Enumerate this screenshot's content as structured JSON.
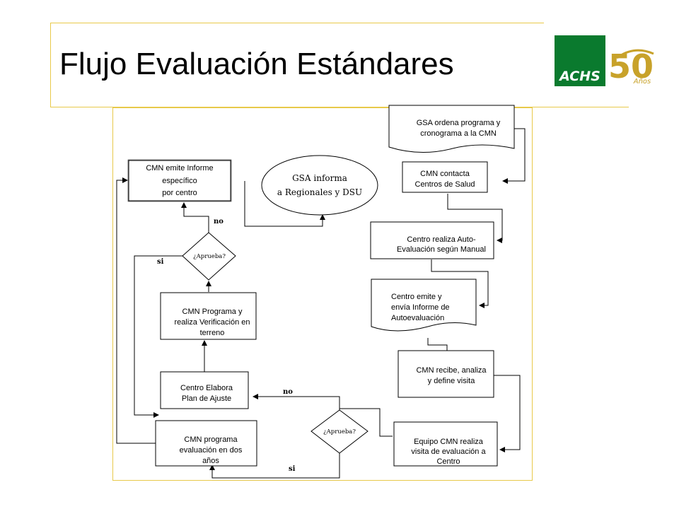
{
  "title": "Flujo Evaluación Estándares",
  "logo": {
    "brand": "ACHS",
    "number": "50",
    "years": "Años",
    "brand_color": "#0a7a2e",
    "gold_color": "#c8a22a"
  },
  "nodes": {
    "gsa_ordena": [
      "GSA ordena programa y",
      "cronograma a la CMN"
    ],
    "cmn_contacta": [
      "CMN contacta",
      "Centros de Salud"
    ],
    "centro_auto": [
      "Centro realiza Auto-",
      "Evaluación según Manual"
    ],
    "centro_emite": [
      "Centro emite y",
      "envía Informe de",
      "Autoevaluación"
    ],
    "cmn_recibe": [
      "CMN recibe, analiza",
      "y define visita"
    ],
    "equipo_cmn": [
      "Equipo CMN realiza",
      "visita de evaluación a",
      "Centro"
    ],
    "aprueba_bottom": "¿Aprueba?",
    "centro_elabora": [
      "Centro Elabora",
      "Plan de Ajuste"
    ],
    "cmn_programa_eval": [
      "CMN  programa",
      "evaluación en dos",
      "años"
    ],
    "cmn_programa_verif": [
      "CMN Programa y",
      "realiza Verificación en",
      "terreno"
    ],
    "aprueba_top": "¿Aprueba?",
    "cmn_emite": [
      "CMN emite Informe",
      "específico",
      "por centro"
    ],
    "gsa_informa": [
      "GSA informa",
      "a Regionales y DSU"
    ]
  },
  "labels": {
    "no_top": "no",
    "si_top": "si",
    "no_bottom": "no",
    "si_bottom": "si"
  }
}
